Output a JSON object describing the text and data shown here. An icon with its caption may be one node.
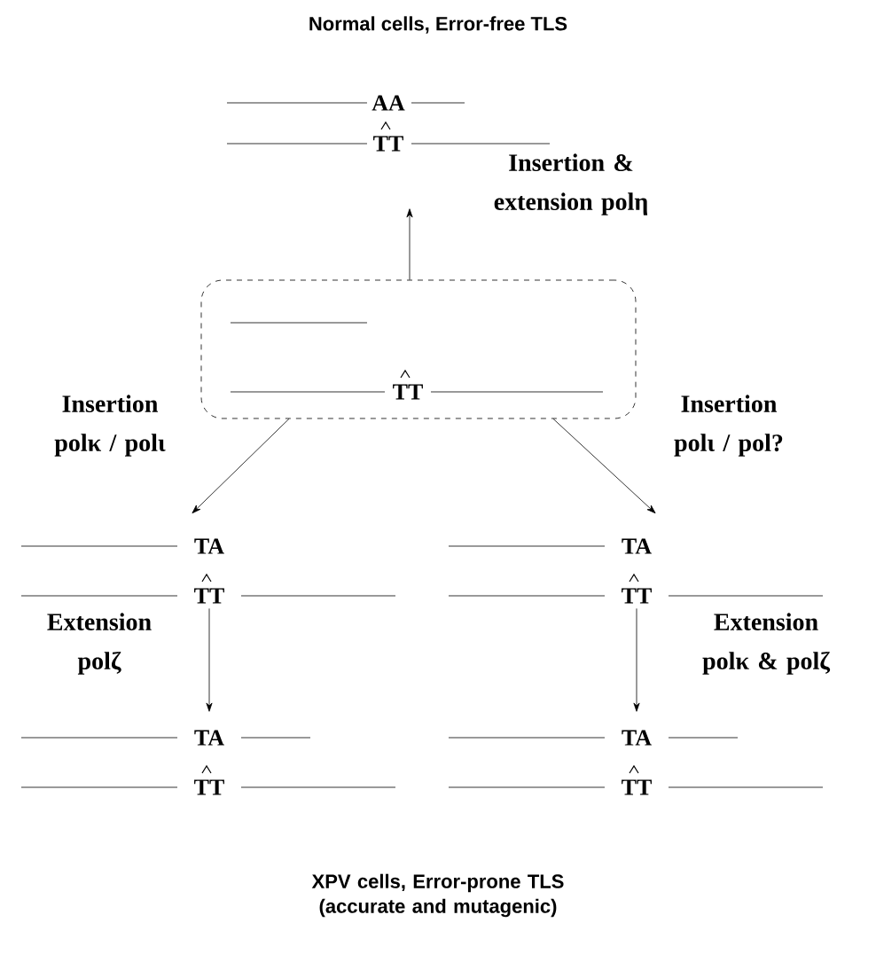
{
  "diagram": {
    "title": "Normal cells, Error-free TLS",
    "caption": "XPV cells, Error-prone TLS (accurate and mutagenic)",
    "nodes": [
      {
        "text": [
          "AA",
          "TT"
        ]
      },
      {
        "text": [
          "TT"
        ]
      },
      {
        "text": [
          "TA",
          "TT"
        ]
      },
      {
        "text": [
          "TA",
          "TT"
        ]
      },
      {
        "text": [
          "TA",
          "TT"
        ]
      },
      {
        "text": [
          "TA",
          "TT"
        ]
      }
    ],
    "edges": [
      {
        "from": 1,
        "to": 0,
        "arrow": "to",
        "label": "Insertion & extension polη"
      },
      {
        "from": 1,
        "to": 2,
        "arrow": "to",
        "label": "Insertion polκ / polι"
      },
      {
        "from": 1,
        "to": 3,
        "arrow": "to",
        "label": "Insertion polι / pol?"
      },
      {
        "from": 2,
        "to": 4,
        "arrow": "to",
        "label": "Extension polζ"
      },
      {
        "from": 3,
        "to": 5,
        "arrow": "to",
        "label": "Extension polκ & polζ"
      }
    ]
  }
}
